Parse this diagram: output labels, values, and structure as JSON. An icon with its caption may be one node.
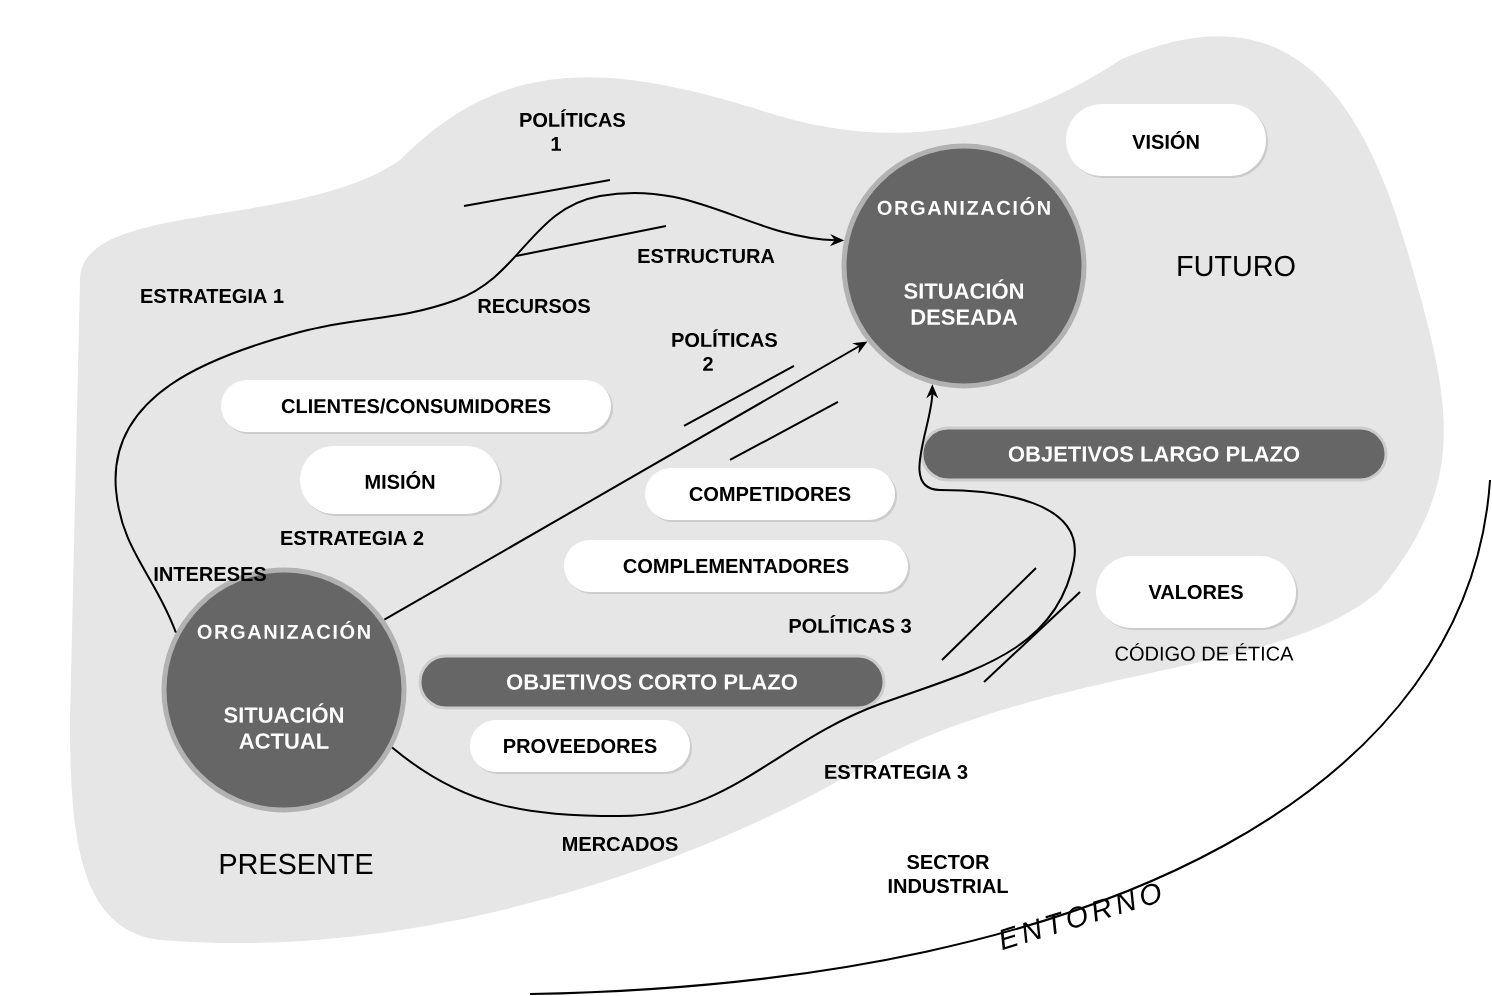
{
  "diagram": {
    "nodes": [
      {
        "text": [
          "SECTOR INDUSTRIAL"
        ]
      },
      {
        "text": [
          "ORGANIZACIÓN",
          "SITUACIÓN ACTUAL"
        ],
        "beside": [
          "PRESENTE"
        ],
        "in": 0
      },
      {
        "text": [
          "ORGANIZACIÓN",
          "SITUACIÓN DESEADA"
        ],
        "beside": [
          "FUTURO"
        ],
        "in": 0
      },
      {
        "text": [
          "VISIÓN"
        ],
        "in": 0
      },
      {
        "text": [
          "CLIENTES/CONSUMIDORES"
        ],
        "in": 0
      },
      {
        "text": [
          "MISIÓN"
        ],
        "in": 0
      },
      {
        "text": [
          "OBJETIVOS LARGO PLAZO"
        ],
        "in": 0
      },
      {
        "text": [
          "COMPETIDORES"
        ],
        "in": 0
      },
      {
        "text": [
          "COMPLEMENTADORES"
        ],
        "in": 0
      },
      {
        "text": [
          "VALORES"
        ],
        "beside": [
          "CÓDIGO DE ÉTICA"
        ],
        "in": 0
      },
      {
        "text": [
          "OBJETIVOS CORTO PLAZO"
        ],
        "in": 0
      },
      {
        "text": [
          "PROVEEDORES"
        ],
        "in": 0
      }
    ],
    "edges": [
      {
        "from": 1,
        "to": 2,
        "arrow": "to",
        "label": "ESTRATEGIA 1"
      },
      {
        "from": 1,
        "to": 2,
        "arrow": "to",
        "label": "ESTRATEGIA 2"
      },
      {
        "from": 1,
        "to": 2,
        "arrow": "to",
        "label": "ESTRATEGIA 3"
      }
    ],
    "labels": [
      "POLÍTICAS 1",
      "ESTRUCTURA",
      "RECURSOS",
      "POLÍTICAS 2",
      "INTERESES",
      "POLÍTICAS 3",
      "MERCADOS",
      "ENTORNO"
    ]
  }
}
